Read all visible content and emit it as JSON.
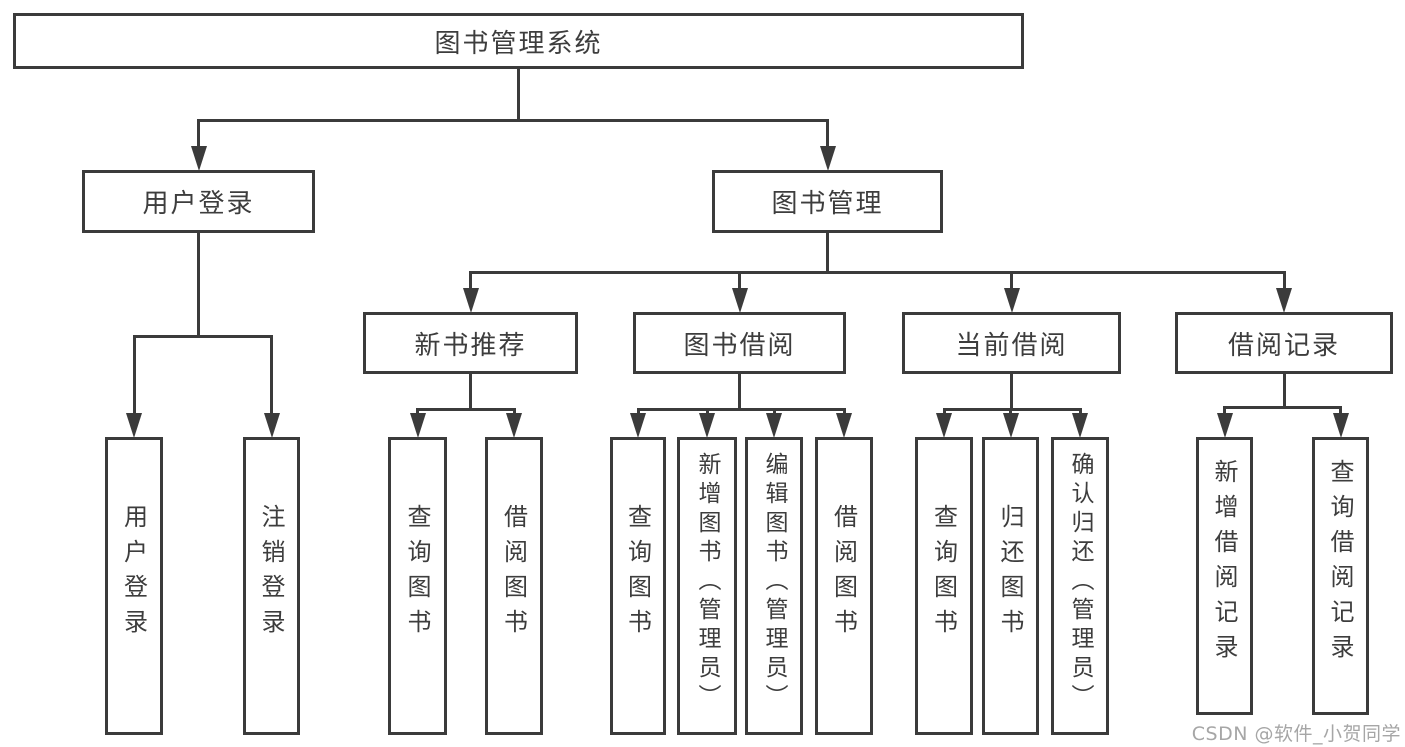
{
  "title": "图书管理系统",
  "watermark": {
    "text": "CSDN @软件_小贺同学"
  },
  "colors": {
    "line": "#3b3b3b",
    "text": "#3d3d3d",
    "box_background": "#ffffff",
    "page_background": "#ffffff",
    "watermark": "#a6a6a6"
  },
  "nodes": {
    "root": "图书管理系统",
    "user_login": "用户登录",
    "book_mgmt": "图书管理",
    "new_book_rec": "新书推荐",
    "book_borrow": "图书借阅",
    "current_borrow": "当前借阅",
    "borrow_records": "借阅记录",
    "leaf_user_login": "用户登录",
    "leaf_logout": "注销登录",
    "leaf_rec_query": "查询图书",
    "leaf_rec_borrow": "借阅图书",
    "leaf_bb_query": "查询图书",
    "leaf_bb_add": "新增图书（管理员）",
    "leaf_bb_edit": "编辑图书（管理员）",
    "leaf_bb_borrow": "借阅图书",
    "leaf_cb_query": "查询图书",
    "leaf_cb_return": "归还图书",
    "leaf_cb_confirm": "确认归还（管理员）",
    "leaf_br_add": "新增借阅记录",
    "leaf_br_query": "查询借阅记录"
  },
  "hierarchy": {
    "label": "图书管理系统",
    "children": [
      {
        "label": "用户登录",
        "children": [
          {
            "label": "用户登录"
          },
          {
            "label": "注销登录"
          }
        ]
      },
      {
        "label": "图书管理",
        "children": [
          {
            "label": "新书推荐",
            "children": [
              {
                "label": "查询图书"
              },
              {
                "label": "借阅图书"
              }
            ]
          },
          {
            "label": "图书借阅",
            "children": [
              {
                "label": "查询图书"
              },
              {
                "label": "新增图书（管理员）"
              },
              {
                "label": "编辑图书（管理员）"
              },
              {
                "label": "借阅图书"
              }
            ]
          },
          {
            "label": "当前借阅",
            "children": [
              {
                "label": "查询图书"
              },
              {
                "label": "归还图书"
              },
              {
                "label": "确认归还（管理员）"
              }
            ]
          },
          {
            "label": "借阅记录",
            "children": [
              {
                "label": "新增借阅记录"
              },
              {
                "label": "查询借阅记录"
              }
            ]
          }
        ]
      }
    ]
  }
}
